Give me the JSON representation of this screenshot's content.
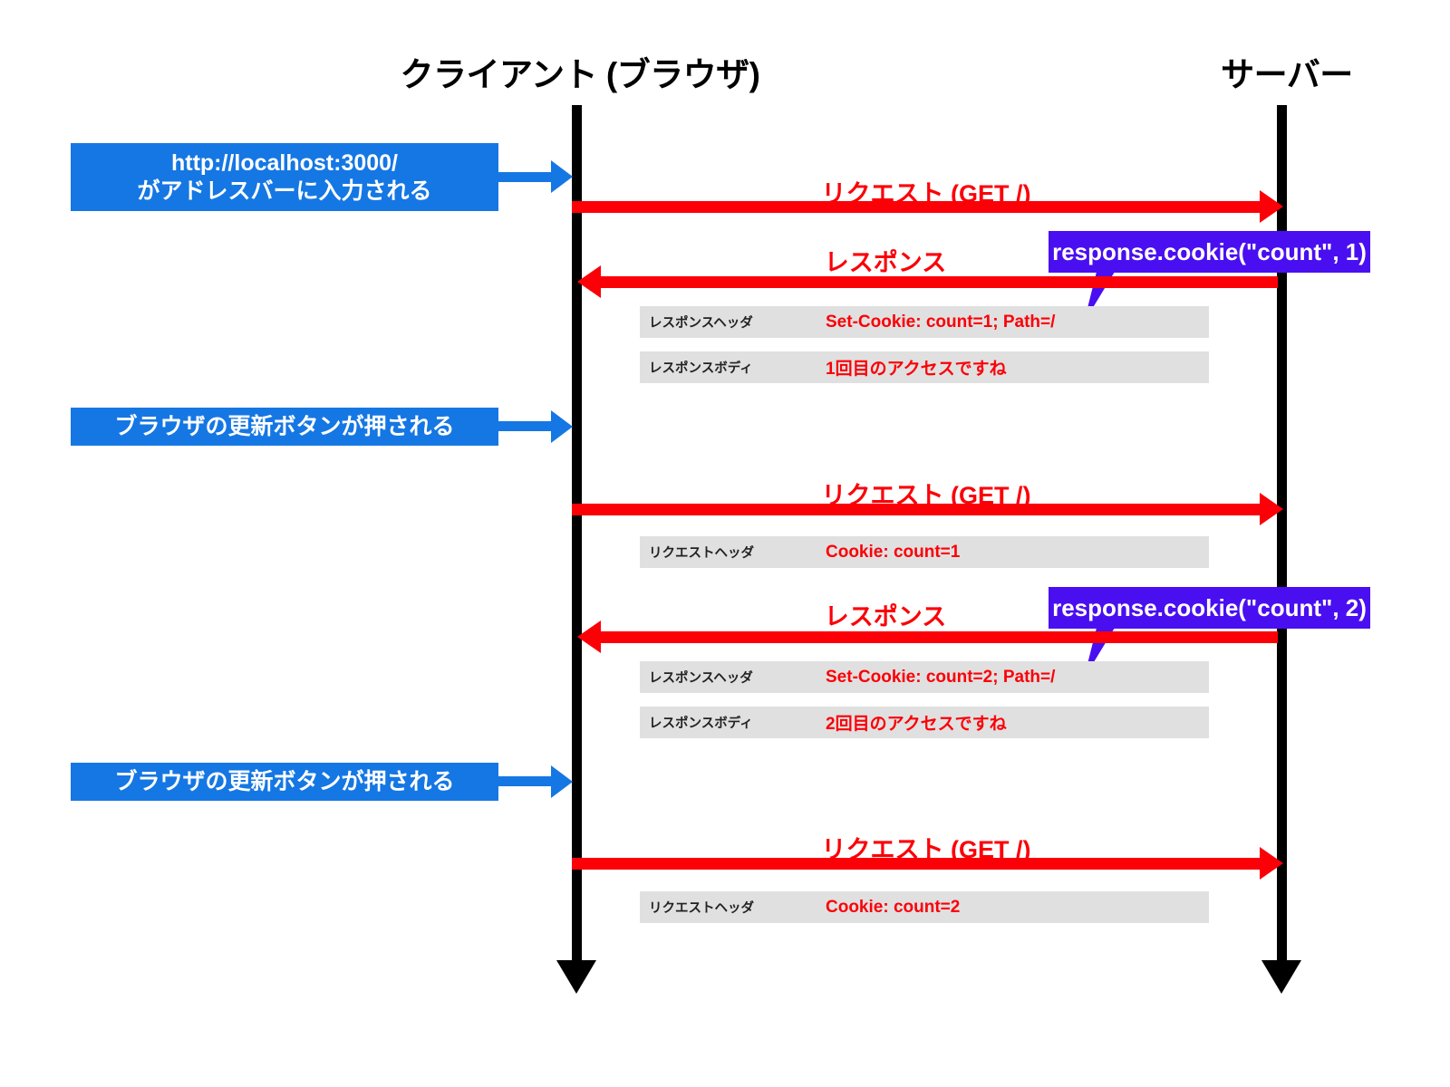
{
  "diagram": {
    "title_client": "クライアント (ブラウザ)",
    "title_server": "サーバー",
    "colors": {
      "note_blue": "#1577e3",
      "message_red": "#fb0007",
      "callout_purple": "#4a0ff0",
      "detail_gray": "#e0e0e0",
      "lifeline_black": "#000000"
    }
  },
  "notes": [
    {
      "line1": "http://localhost:3000/",
      "line2": "がアドレスバーに入力される"
    },
    {
      "line1": "ブラウザの更新ボタンが押される",
      "line2": ""
    },
    {
      "line1": "ブラウザの更新ボタンが押される",
      "line2": ""
    }
  ],
  "messages": [
    {
      "label": "リクエスト (GET /)",
      "direction": "request"
    },
    {
      "label": "レスポンス",
      "direction": "response"
    },
    {
      "label": "リクエスト (GET /)",
      "direction": "request"
    },
    {
      "label": "レスポンス",
      "direction": "response"
    },
    {
      "label": "リクエスト (GET /)",
      "direction": "request"
    }
  ],
  "details": [
    {
      "key": "レスポンスヘッダ",
      "value": "Set-Cookie: count=1; Path=/"
    },
    {
      "key": "レスポンスボディ",
      "value": "1回目のアクセスですね"
    },
    {
      "key": "リクエストヘッダ",
      "value": "Cookie: count=1"
    },
    {
      "key": "レスポンスヘッダ",
      "value": "Set-Cookie: count=2; Path=/"
    },
    {
      "key": "レスポンスボディ",
      "value": "2回目のアクセスですね"
    },
    {
      "key": "リクエストヘッダ",
      "value": "Cookie: count=2"
    }
  ],
  "callouts": [
    {
      "text": "response.cookie(\"count\", 1)"
    },
    {
      "text": "response.cookie(\"count\", 2)"
    }
  ]
}
